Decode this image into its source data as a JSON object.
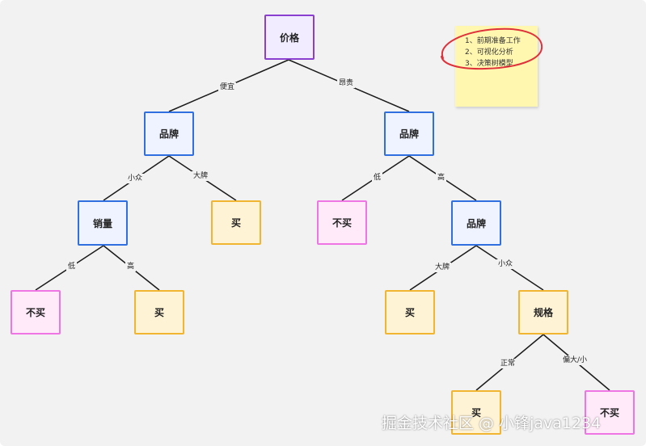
{
  "nodes": {
    "root": "价格",
    "brand_left": "品牌",
    "brand_right": "品牌",
    "sales": "销量",
    "buy_bigbrand": "买",
    "nobuy_low": "不买",
    "brand_high": "品牌",
    "nobuy_sales_low": "不买",
    "buy_sales_high": "买",
    "buy_bigbrand2": "买",
    "spec": "规格",
    "buy_normal": "买",
    "nobuy_biased": "不买"
  },
  "edges": {
    "cheap": "便宜",
    "expensive": "昂贵",
    "niche": "小众",
    "bigbrand": "大牌",
    "low_r": "低",
    "high_r": "高",
    "low_s": "低",
    "high_s": "高",
    "bigbrand2": "大牌",
    "niche2": "小众",
    "normal": "正常",
    "biased": "偏大/小"
  },
  "note": {
    "lines": [
      "1、前期准备工作",
      "2、可视化分析",
      "3、决策树模型"
    ]
  },
  "watermark": "掘金技术社区 @ 小锋java1234",
  "colors": {
    "root_border": "#8a3fd1",
    "decision_border": "#2f6fe0",
    "no_buy_border": "#ef74e4",
    "buy_border": "#f2b531",
    "note_bg": "#fff7b0",
    "note_circle": "#e0303a"
  }
}
